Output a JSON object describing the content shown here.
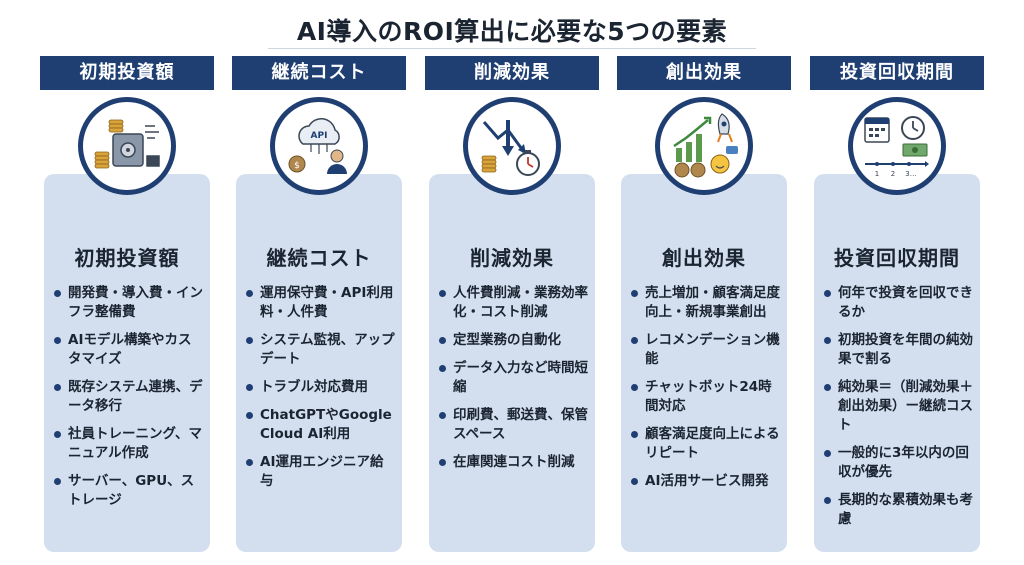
{
  "title": "AI導入のROI算出に必要な5つの要素",
  "colors": {
    "header": "#1f3f73",
    "card": "#d3dfee",
    "text": "#1b2431"
  },
  "columns": [
    {
      "header": "初期投資額",
      "title": "初期投資額",
      "icon": "safe-coins-icon",
      "items": [
        "開発費・導入費・インフラ整備費",
        "AIモデル構築やカスタマイズ",
        "既存システム連携、データ移行",
        "社員トレーニング、マニュアル作成",
        "サーバー、GPU、ストレージ"
      ]
    },
    {
      "header": "継続コスト",
      "title": "継続コスト",
      "icon": "api-cloud-icon",
      "items": [
        "運用保守費・API利用料・人件費",
        "システム監視、アップデート",
        "トラブル対応費用",
        "ChatGPTやGoogle Cloud AI利用",
        "AI運用エンジニア給与"
      ]
    },
    {
      "header": "削減効果",
      "title": "削減効果",
      "icon": "down-chart-stopwatch-icon",
      "items": [
        "人件費削減・業務効率化・コスト削減",
        "定型業務の自動化",
        "データ入力など時間短縮",
        "印刷費、郵送費、保管スペース",
        "在庫関連コスト削減"
      ]
    },
    {
      "header": "創出効果",
      "title": "創出効果",
      "icon": "growth-rocket-icon",
      "items": [
        "売上増加・顧客満足度向上・新規事業創出",
        "レコメンデーション機能",
        "チャットボット24時間対応",
        "顧客満足度向上によるリピート",
        "AI活用サービス開発"
      ]
    },
    {
      "header": "投資回収期間",
      "title": "投資回収期間",
      "icon": "calendar-timeline-icon",
      "items": [
        "何年で投資を回収できるか",
        "初期投資を年間の純効果で割る",
        "純効果＝（削減効果＋創出効果）ー継続コスト",
        "一般的に3年以内の回収が優先",
        "長期的な累積効果も考慮"
      ],
      "timeline_labels": [
        "1",
        "2",
        "3…"
      ]
    }
  ]
}
